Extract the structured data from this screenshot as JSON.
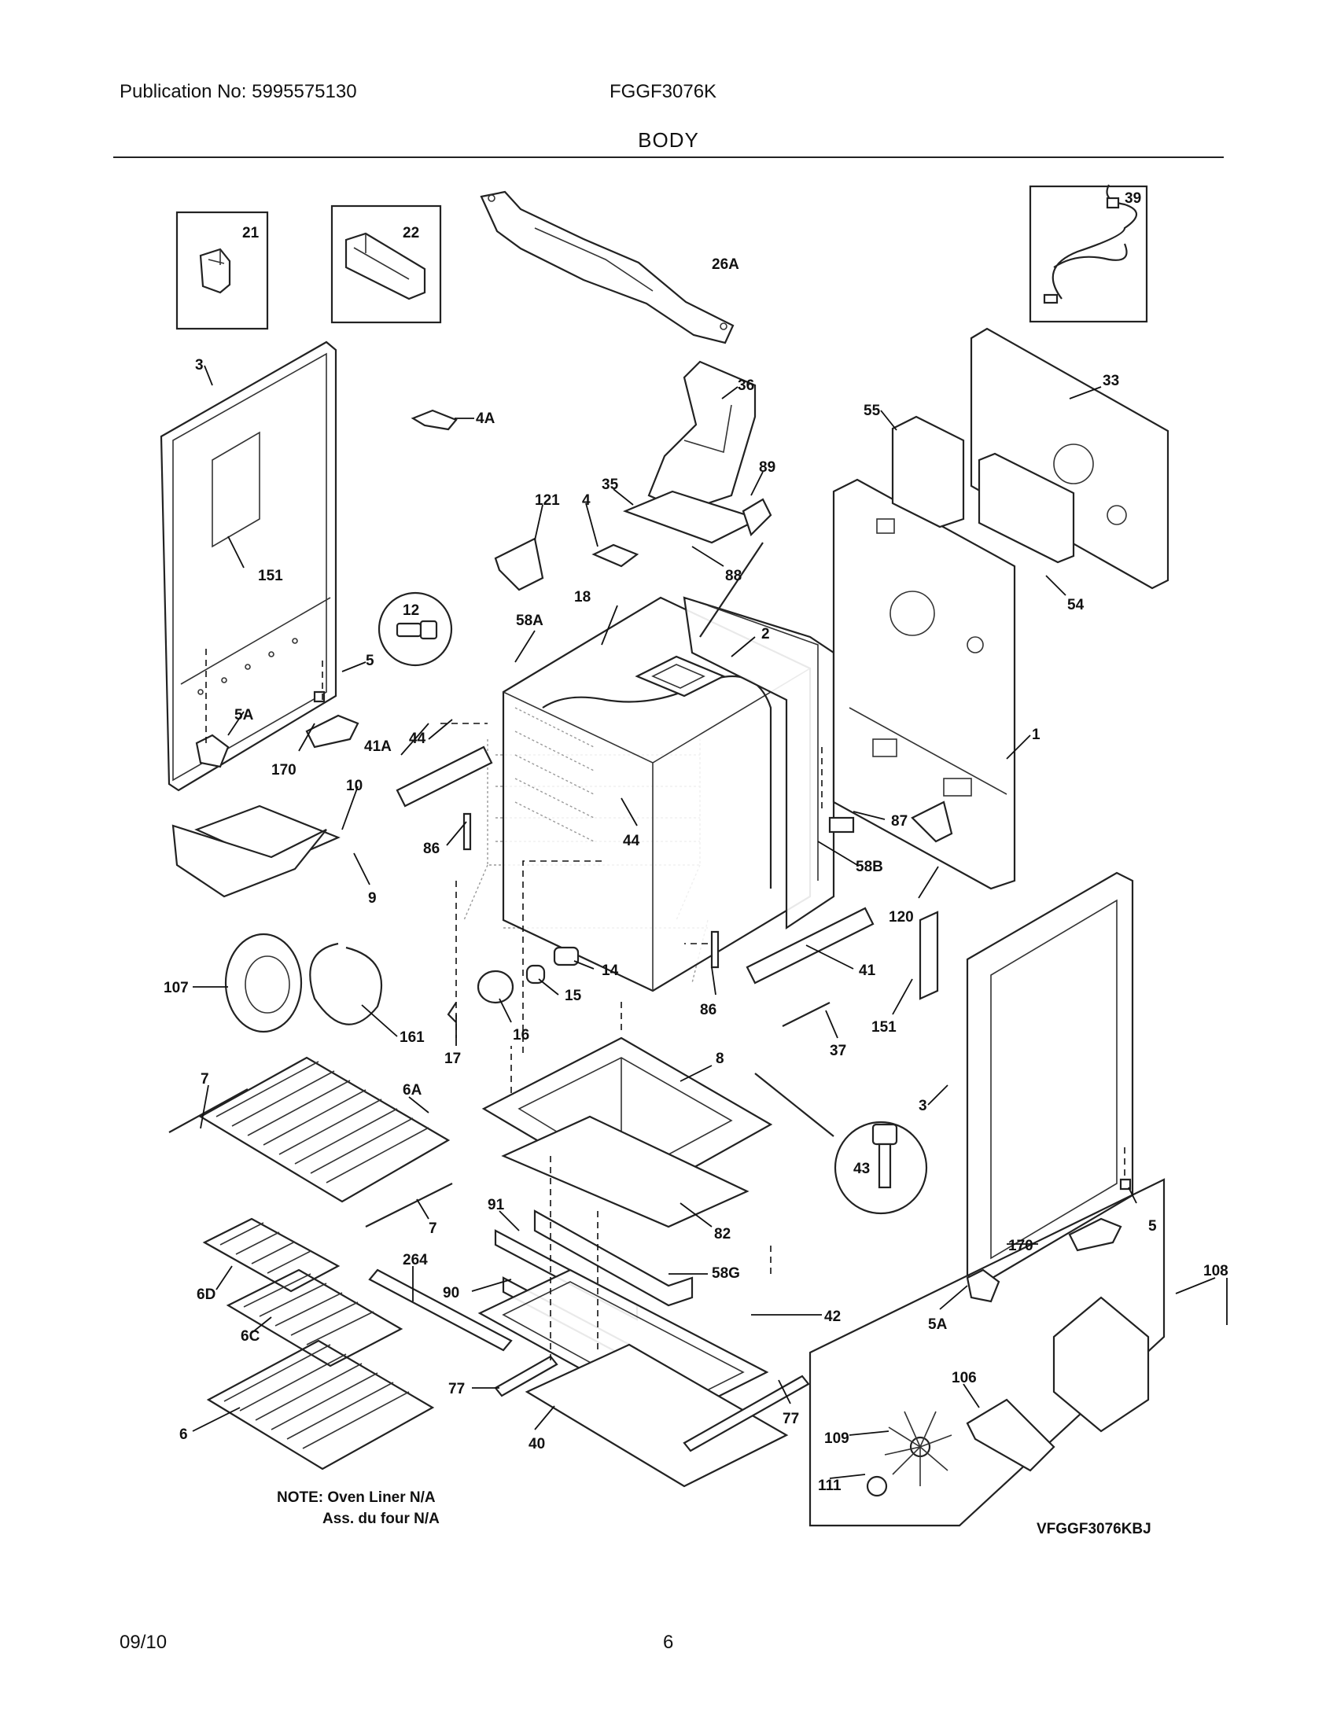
{
  "header": {
    "publication": "Publication No: 5995575130",
    "model": "FGGF3076K",
    "section": "BODY"
  },
  "footer": {
    "date": "09/10",
    "page": "6"
  },
  "diagram": {
    "code": "VFGGF3076KBJ",
    "note_line1": "NOTE: Oven Liner N/A",
    "note_line2": "Ass. du four N/A",
    "labels": {
      "p21": "21",
      "p22": "22",
      "p26a": "26A",
      "p39": "39",
      "p3a": "3",
      "p4a": "4A",
      "p36": "36",
      "p33": "33",
      "p55": "55",
      "p89": "89",
      "p35": "35",
      "p121": "121",
      "p4": "4",
      "p88": "88",
      "p151a": "151",
      "p54": "54",
      "p12": "12",
      "p18": "18",
      "p58a": "58A",
      "p2": "2",
      "p5a": "5",
      "p5aa": "5A",
      "p44a": "44",
      "p41a": "41A",
      "p170a": "170",
      "p1": "1",
      "p10": "10",
      "p87": "87",
      "p86a": "86",
      "p44b": "44",
      "p58b": "58B",
      "p9": "9",
      "p120": "120",
      "p107": "107",
      "p14": "14",
      "p41": "41",
      "p15": "15",
      "p161": "161",
      "p16": "16",
      "p86b": "86",
      "p151b": "151",
      "p17": "17",
      "p37": "37",
      "p7a": "7",
      "p8": "8",
      "p6a": "6A",
      "p3b": "3",
      "p43": "43",
      "p7b": "7",
      "p91": "91",
      "p82": "82",
      "p5b": "5",
      "p264": "264",
      "p170b": "170",
      "p58g": "58G",
      "p108": "108",
      "p6d": "6D",
      "p90": "90",
      "p42": "42",
      "p5ab": "5A",
      "p6c": "6C",
      "p106": "106",
      "p77a": "77",
      "p77b": "77",
      "p6": "6",
      "p40": "40",
      "p109": "109",
      "p111": "111"
    }
  }
}
